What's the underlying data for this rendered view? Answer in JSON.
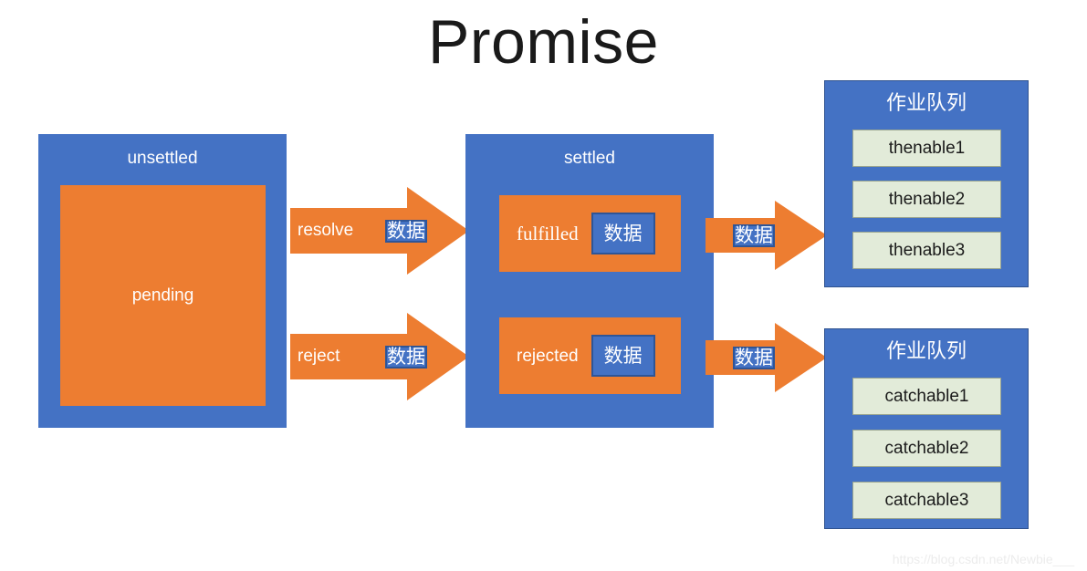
{
  "title": "Promise",
  "colors": {
    "blue": "#4472C4",
    "blue_dark": "#2F528F",
    "orange": "#ED7D31",
    "queue_item_bg": "#E2EBD9",
    "queue_item_border": "#9AA58F",
    "white": "#FFFFFF"
  },
  "unsettled": {
    "title": "unsettled",
    "pending_label": "pending"
  },
  "settled": {
    "title": "settled",
    "fulfilled": {
      "label": "fulfilled",
      "data_chip": "数据"
    },
    "rejected": {
      "label": "rejected",
      "data_chip": "数据"
    }
  },
  "arrows": {
    "resolve": {
      "label": "resolve",
      "data_chip": "数据"
    },
    "reject": {
      "label": "reject",
      "data_chip": "数据"
    },
    "to_thenable_queue": {
      "data_chip": "数据"
    },
    "to_catchable_queue": {
      "data_chip": "数据"
    }
  },
  "queues": [
    {
      "title": "作业队列",
      "items": [
        "thenable1",
        "thenable2",
        "thenable3"
      ]
    },
    {
      "title": "作业队列",
      "items": [
        "catchable1",
        "catchable2",
        "catchable3"
      ]
    }
  ],
  "watermark": "https://blog.csdn.net/Newbie___"
}
